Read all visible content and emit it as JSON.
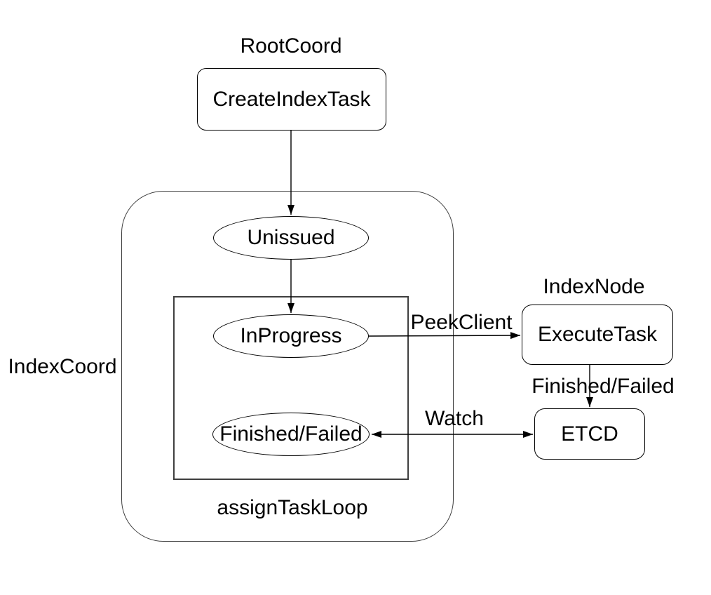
{
  "diagram": {
    "background_color": "#ffffff",
    "node_stroke_color": "#000000",
    "container_stroke_color": "#3f3f3f",
    "text_color": "#000000",
    "groups": {
      "root_coord": "RootCoord",
      "index_coord": "IndexCoord",
      "index_node": "IndexNode",
      "assign_task_loop": "assignTaskLoop"
    },
    "nodes": {
      "create_index_task": "CreateIndexTask",
      "unissued": "Unissued",
      "in_progress": "InProgress",
      "finished_failed": "Finished/Failed",
      "execute_task": "ExecuteTask",
      "etcd": "ETCD"
    },
    "edges": {
      "peek_client": "PeekClient",
      "finished_failed": "Finished/Failed",
      "watch": "Watch"
    }
  }
}
